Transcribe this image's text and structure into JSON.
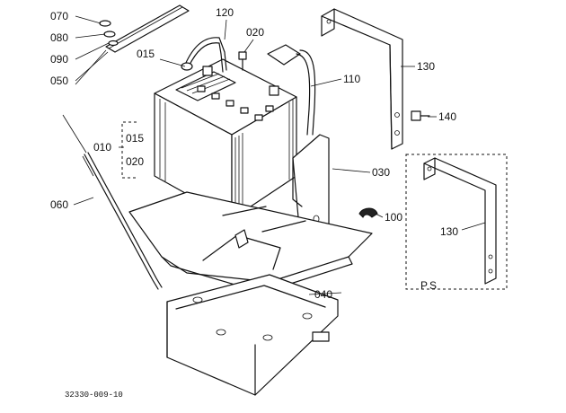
{
  "diagram": {
    "part_labels": {
      "p070": "070",
      "p080": "080",
      "p090": "090",
      "p050": "050",
      "p120": "120",
      "p020_top": "020",
      "p015_top": "015",
      "p110": "110",
      "p130": "130",
      "p140": "140",
      "p010": "010",
      "p015_group": "015",
      "p020_group": "020",
      "p030": "030",
      "p060": "060",
      "p100": "100",
      "p040": "040",
      "p130_inset": "130"
    },
    "inset_label": "PS",
    "drawing_code": "32330-009-10"
  }
}
